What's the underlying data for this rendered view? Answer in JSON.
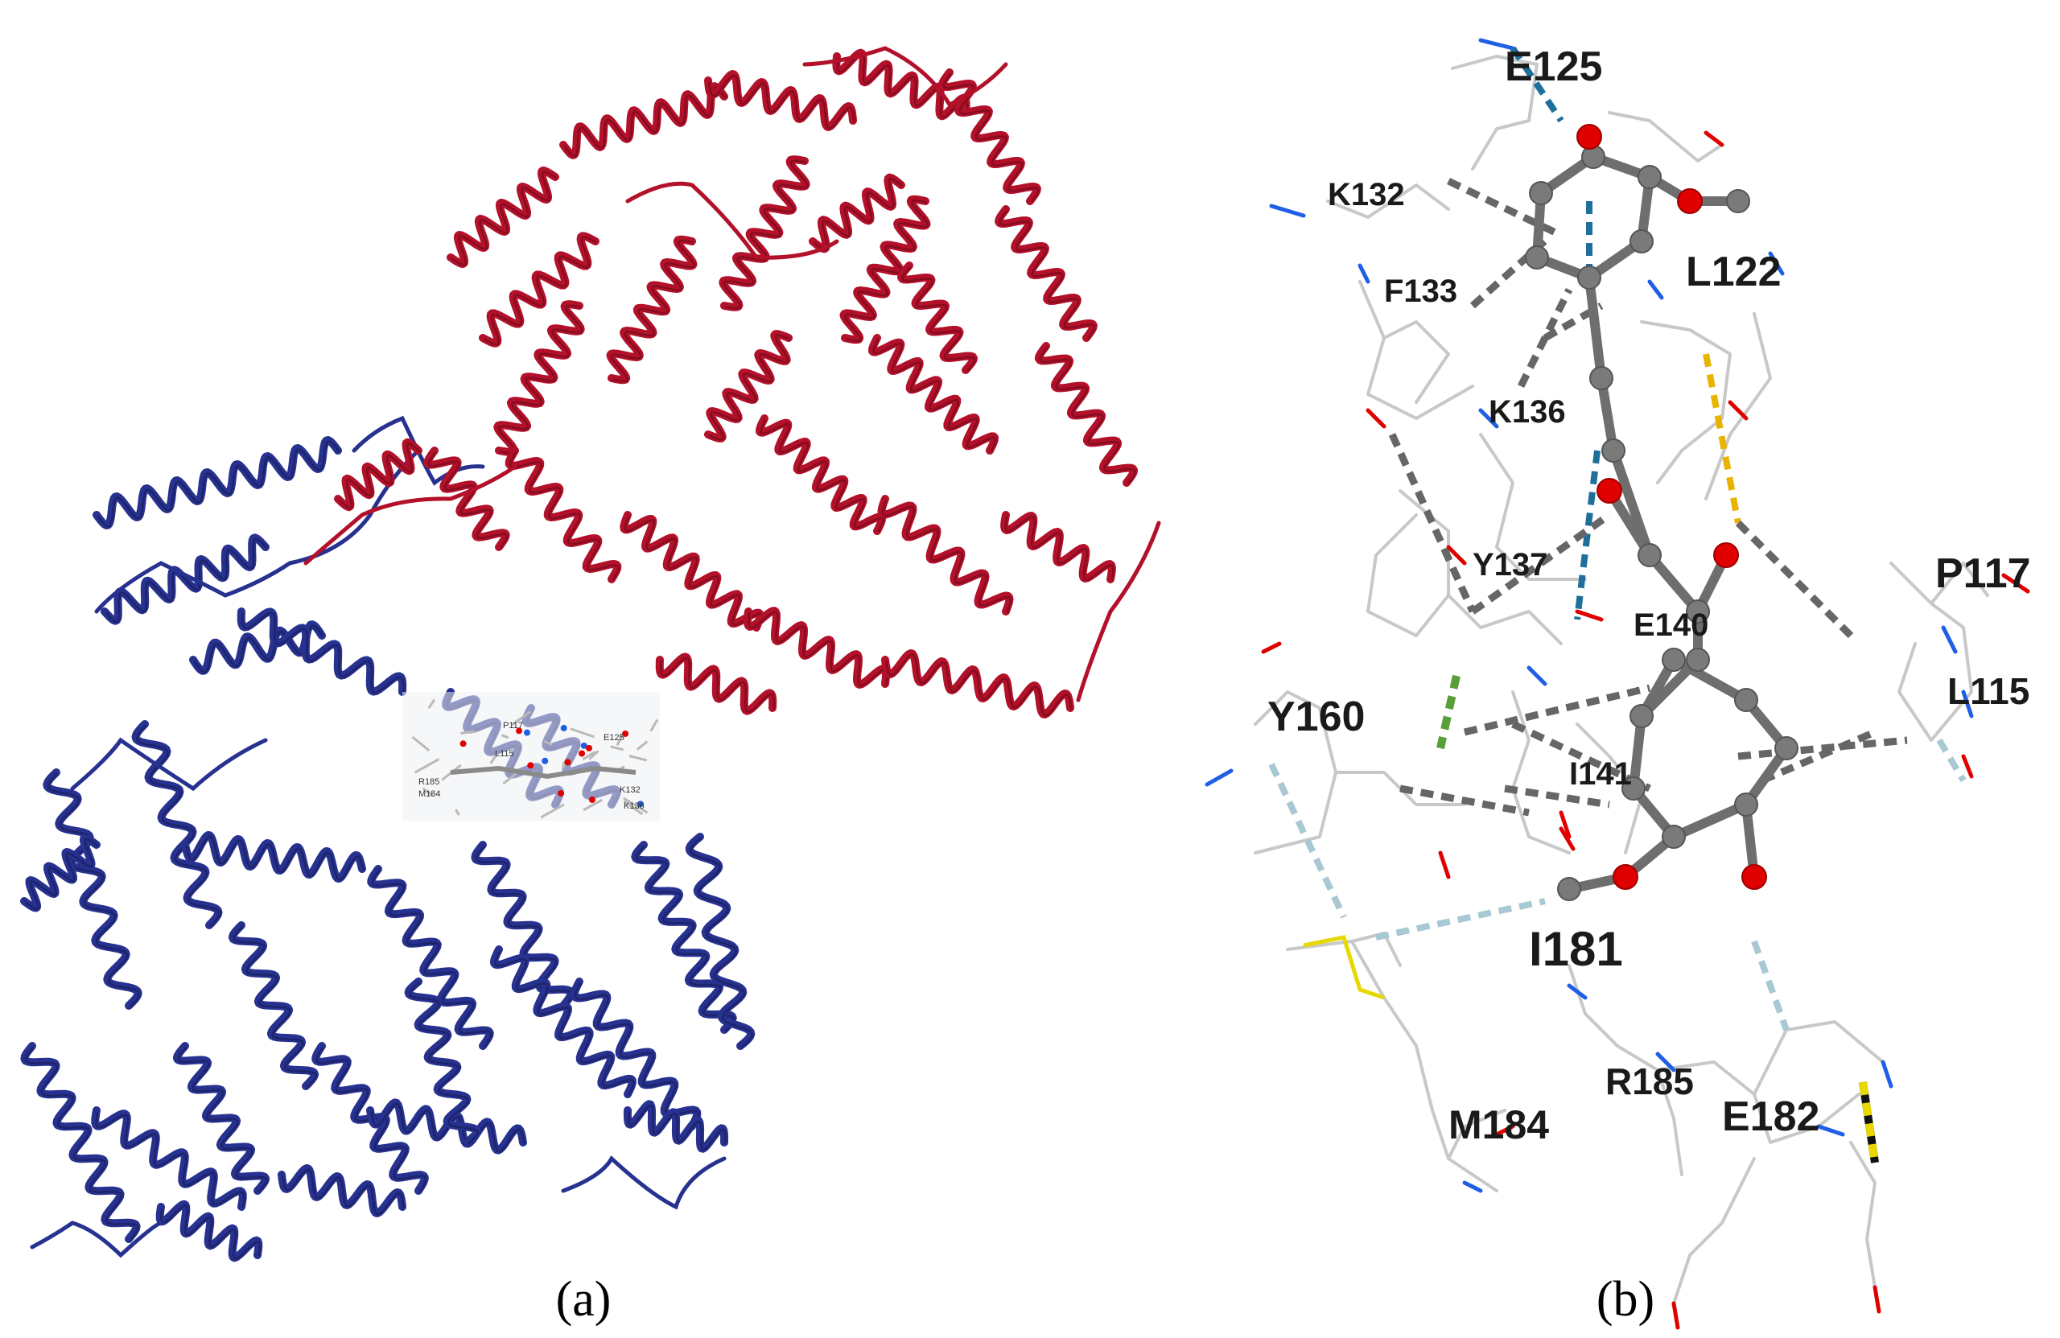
{
  "colors": {
    "chain_a": "#b3102a",
    "chain_b": "#27318f",
    "ligand_carbon": "#6e6e6e",
    "oxygen": "#e00000",
    "nitrogen": "#1f5ee6",
    "sulfur": "#e6d800",
    "residue_stick": "#c8c8c8",
    "hbond": "#1e6f9a",
    "hydrophobic": "#666666",
    "pi_sulfur": "#e8b400",
    "pi_stack": "#5a9e3a",
    "weak_contact": "#a8c8d4"
  },
  "panel_a": {
    "caption": "(a)",
    "inset_labels": [
      "P117",
      "L115",
      "E125",
      "R185",
      "M184",
      "K132",
      "K136"
    ]
  },
  "panel_b": {
    "caption": "(b)",
    "residues": [
      {
        "name": "E125"
      },
      {
        "name": "K132"
      },
      {
        "name": "L122"
      },
      {
        "name": "F133"
      },
      {
        "name": "K136"
      },
      {
        "name": "Y137"
      },
      {
        "name": "P117"
      },
      {
        "name": "E140"
      },
      {
        "name": "L115"
      },
      {
        "name": "Y160"
      },
      {
        "name": "I141"
      },
      {
        "name": "I181"
      },
      {
        "name": "R185"
      },
      {
        "name": "M184"
      },
      {
        "name": "E182"
      }
    ]
  }
}
